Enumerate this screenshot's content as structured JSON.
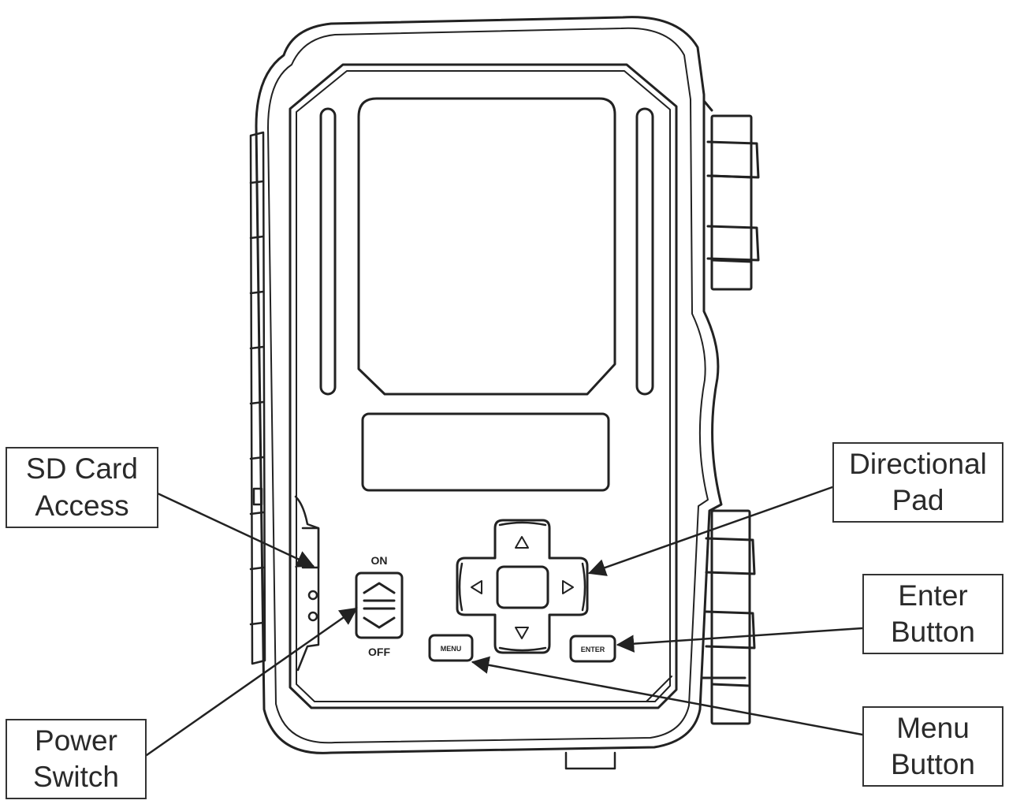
{
  "switch": {
    "on_label": "ON",
    "off_label": "OFF"
  },
  "buttons": {
    "menu_label": "MENU",
    "enter_label": "ENTER"
  },
  "callouts": {
    "sd_card": {
      "line1": "SD Card",
      "line2": "Access"
    },
    "directional_pad": {
      "line1": "Directional",
      "line2": "Pad"
    },
    "enter_button": {
      "line1": "Enter",
      "line2": "Button"
    },
    "menu_button": {
      "line1": "Menu",
      "line2": "Button"
    },
    "power_switch": {
      "line1": "Power",
      "line2": "Switch"
    }
  },
  "colors": {
    "line": "#222222",
    "background": "#ffffff"
  }
}
